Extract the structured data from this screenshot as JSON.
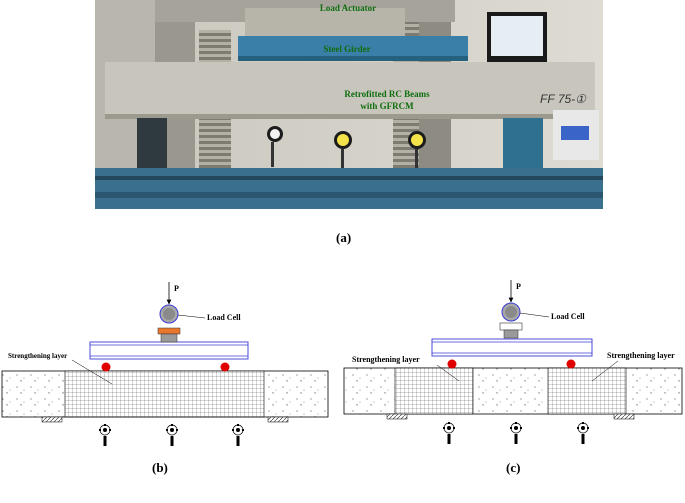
{
  "photo": {
    "labels": {
      "load_actuator": "Load Actuator",
      "steel_girder": "Steel Girder",
      "beam_line1": "Retrofitted RC Beams",
      "beam_line2": "with GFRCM",
      "specimen_tag": "FF 75-①"
    },
    "caption": "(a)"
  },
  "diagram_b": {
    "load_symbol": "P",
    "load_cell_label": "Load Cell",
    "layer_label": "Strengthening layer",
    "caption": "(b)"
  },
  "diagram_c": {
    "load_symbol": "P",
    "load_cell_label": "Load Cell",
    "layer_label_left": "Strengthening layer",
    "layer_label_right": "Strengthening layer",
    "caption": "(c)"
  },
  "colors": {
    "support_ball": "#e00000",
    "load_plate_b": "#e8762c",
    "girder_outline": "#3b3bd8",
    "beam_text": "#0e6e0e"
  }
}
